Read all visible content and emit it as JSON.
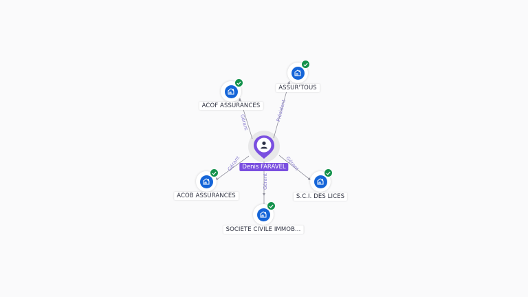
{
  "center": {
    "name": "Denis FARAVEL",
    "icon": "person-icon"
  },
  "companies": [
    {
      "id": "acof",
      "name": "ACOF ASSURANCES",
      "relation": "Gérant",
      "verified": true,
      "icon": "building-icon"
    },
    {
      "id": "assurtous",
      "name": "ASSUR'TOUS",
      "relation": "Président",
      "verified": true,
      "icon": "building-icon"
    },
    {
      "id": "acob",
      "name": "ACOB ASSURANCES",
      "relation": "Gérant",
      "verified": true,
      "icon": "building-icon"
    },
    {
      "id": "sci",
      "name": "S.C.I. DES LICES",
      "relation": "Gérant",
      "verified": true,
      "icon": "building-icon"
    },
    {
      "id": "scimmo",
      "name": "SOCIETE CIVILE IMMOB...",
      "relation": "Gérant",
      "verified": true,
      "icon": "building-icon"
    }
  ],
  "colors": {
    "company_fill": "#1565d8",
    "verified_badge": "#13914b",
    "person_pin": "#7a4fe0",
    "edge_label": "#8b7fcf"
  }
}
